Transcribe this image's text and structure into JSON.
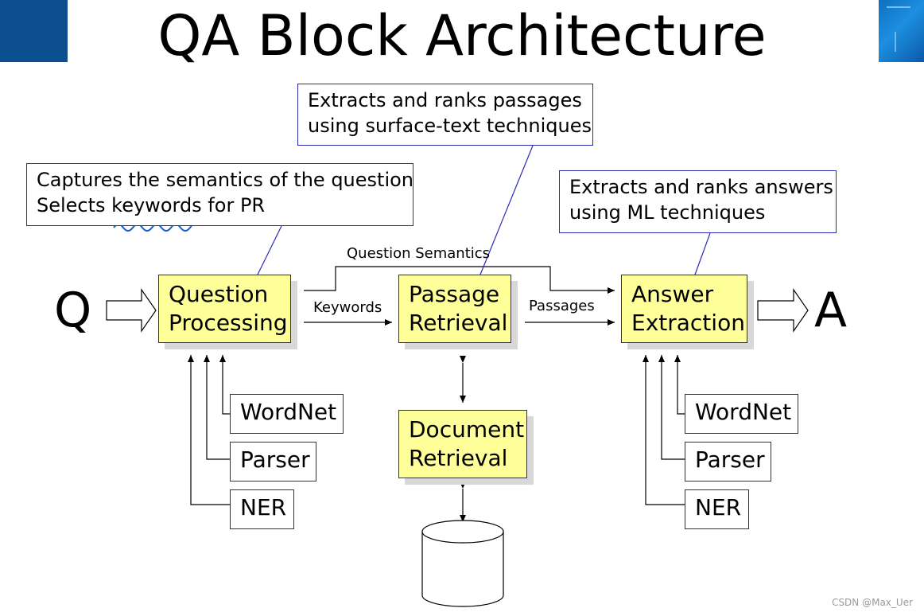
{
  "title": "QA Block Architecture",
  "notes": {
    "qp": [
      "Captures the semantics of the question",
      "Selects keywords for PR"
    ],
    "pr": [
      "Extracts and ranks passages",
      "using surface-text techniques"
    ],
    "ae": [
      "Extracts and ranks answers",
      "using ML techniques"
    ]
  },
  "input_label": "Q",
  "output_label": "A",
  "blocks": {
    "question_processing": [
      "Question",
      "Processing"
    ],
    "passage_retrieval": [
      "Passage",
      "Retrieval"
    ],
    "document_retrieval": [
      "Document",
      "Retrieval"
    ],
    "answer_extraction": [
      "Answer",
      "Extraction"
    ]
  },
  "edges": {
    "keywords": "Keywords",
    "passages": "Passages",
    "question_semantics": "Question Semantics"
  },
  "resources_left": [
    "WordNet",
    "Parser",
    "NER"
  ],
  "resources_right": [
    "WordNet",
    "Parser",
    "NER"
  ],
  "colors": {
    "block_fill": "#ffff99",
    "note_border": "#2a2ab8",
    "annotation": "#1a5fd0",
    "corner_brand": "#0b4f8f"
  },
  "watermark": "CSDN @Max_Uer"
}
